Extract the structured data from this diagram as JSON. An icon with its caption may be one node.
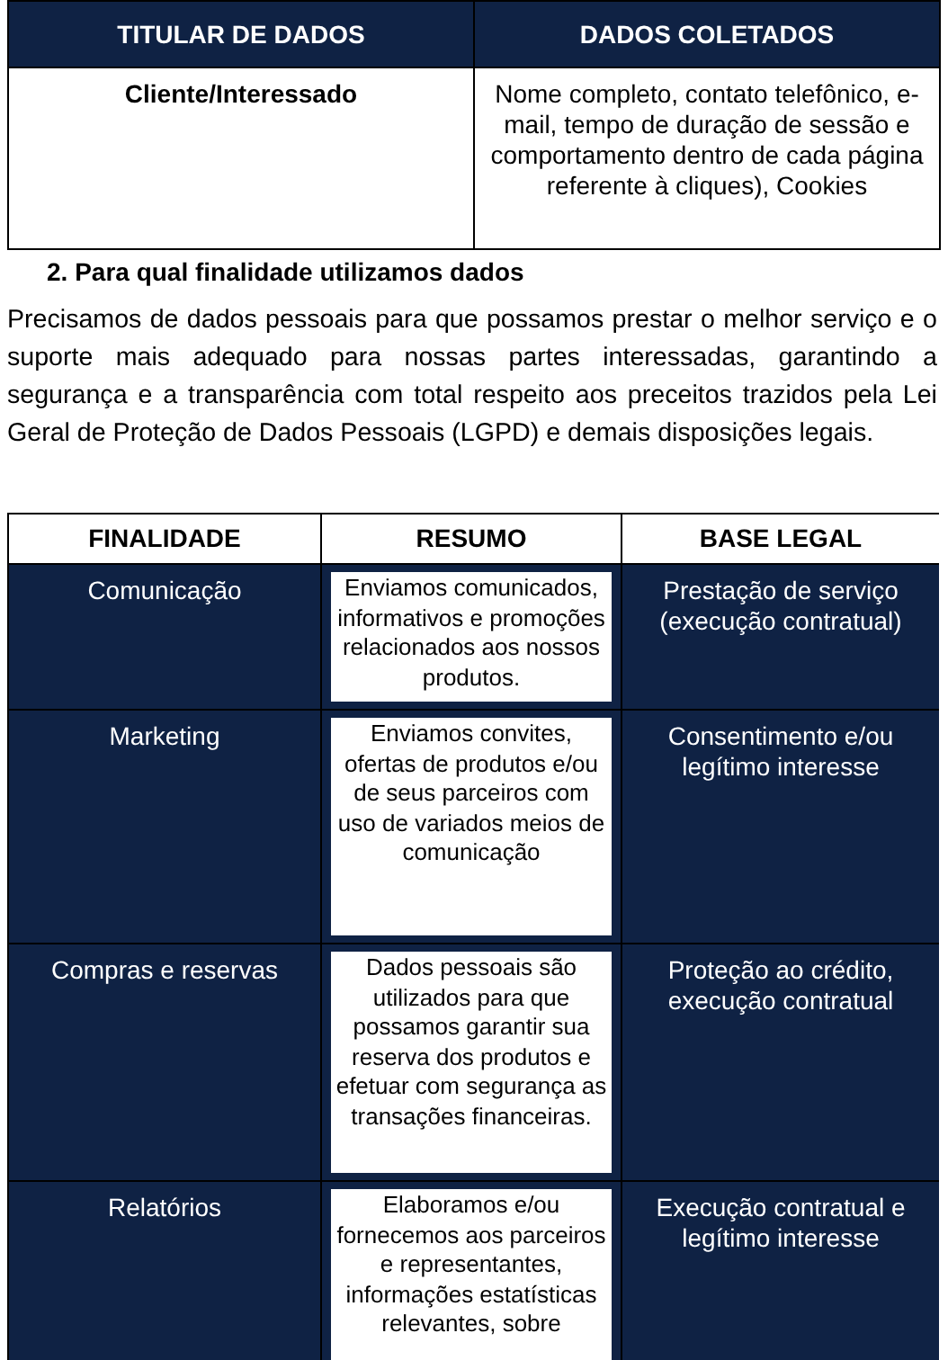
{
  "diagram": {
    "labels": [
      "TITULAR DE DADOS",
      "DADOS COLETADOS",
      "Cliente/Interessado",
      "Nome completo, contato telefônico, e-mail, tempo de duração de sessão e comportamento dentro de cada página referente à cliques), Cookies",
      "2. Para qual finalidade utilizamos dados",
      "Precisamos de dados pessoais para que possamos prestar o melhor serviço e o suporte mais adequado para nossas partes interessadas, garantindo a segurança e a transparência com total respeito aos preceitos trazidos pela Lei Geral de Proteção de Dados Pessoais (LGPD) e demais disposições legais.",
      "FINALIDADE",
      "RESUMO",
      "BASE LEGAL",
      "Comunicação",
      "Enviamos comunicados, informativos e promoções relacionados aos nossos produtos.",
      "Prestação de serviço (execução contratual)",
      "Marketing",
      "Enviamos convites, ofertas de produtos e/ou de seus parceiros com uso de variados meios de comunicação",
      "Consentimento e/ou legítimo interesse",
      "Compras e reservas",
      "Dados pessoais são utilizados para que possamos garantir sua reserva dos produtos e efetuar com segurança as transações financeiras.",
      "Proteção ao crédito, execução contratual",
      "Relatórios",
      "Elaboramos e/ou fornecemos aos parceiros e representantes, informações estatísticas relevantes, sobre",
      "Execução contratual e legítimo interesse"
    ]
  }
}
